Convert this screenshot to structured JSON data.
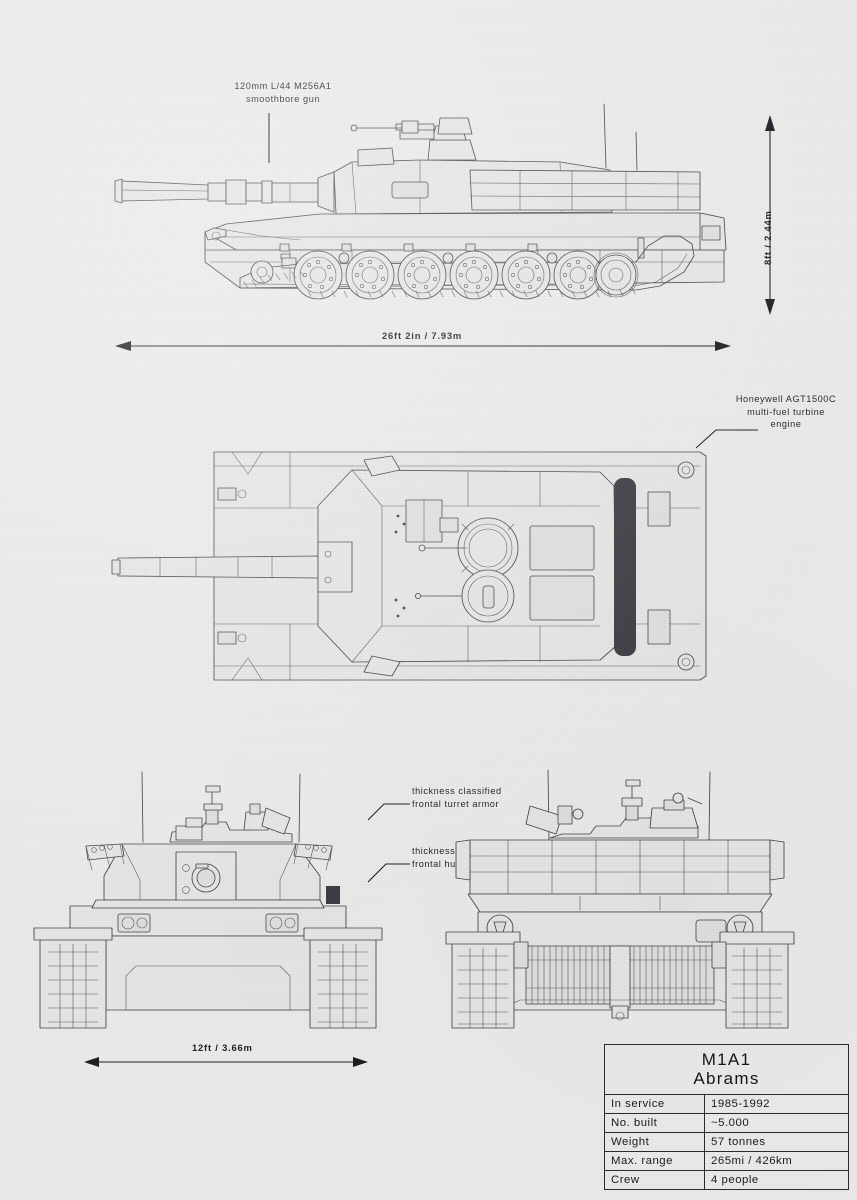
{
  "poster": {
    "subject": "M1A1 Abrams",
    "background_color": "#e9e9e8",
    "ink_color": "#41444b"
  },
  "annotations": [
    {
      "id": "gun",
      "name": "gun-annotation",
      "text": "120mm L/44 M256A1\nsmoothbore gun",
      "align": "center"
    },
    {
      "id": "engine",
      "name": "engine-annotation",
      "text": "Honeywell AGT1500C\nmulti-fuel turbine\nengine",
      "align": "center"
    },
    {
      "id": "turret-armor",
      "name": "turret-armor-annotation",
      "text": "thickness classified\nfrontal turret armor",
      "align": "left"
    },
    {
      "id": "hull-armor",
      "name": "hull-armor-annotation",
      "text": "thickness classified\nfrontal hull armor",
      "align": "left"
    }
  ],
  "dimensions": {
    "length": "26ft 2in / 7.93m",
    "height": "8ft / 2.44m",
    "width": "12ft / 3.66m"
  },
  "spec_table": {
    "title_line1": "M1A1",
    "title_line2": "Abrams",
    "rows": [
      {
        "label": "In service",
        "value": "1985-1992"
      },
      {
        "label": "No. built",
        "value": "~5.000"
      },
      {
        "label": "Weight",
        "value": "57 tonnes"
      },
      {
        "label": "Max. range",
        "value": "265mi / 426km"
      },
      {
        "label": "Crew",
        "value": "4 people"
      }
    ]
  },
  "views": [
    {
      "id": "side",
      "name": "side-view-drawing"
    },
    {
      "id": "top",
      "name": "top-view-drawing"
    },
    {
      "id": "front",
      "name": "front-view-drawing"
    },
    {
      "id": "rear",
      "name": "rear-view-drawing"
    }
  ]
}
